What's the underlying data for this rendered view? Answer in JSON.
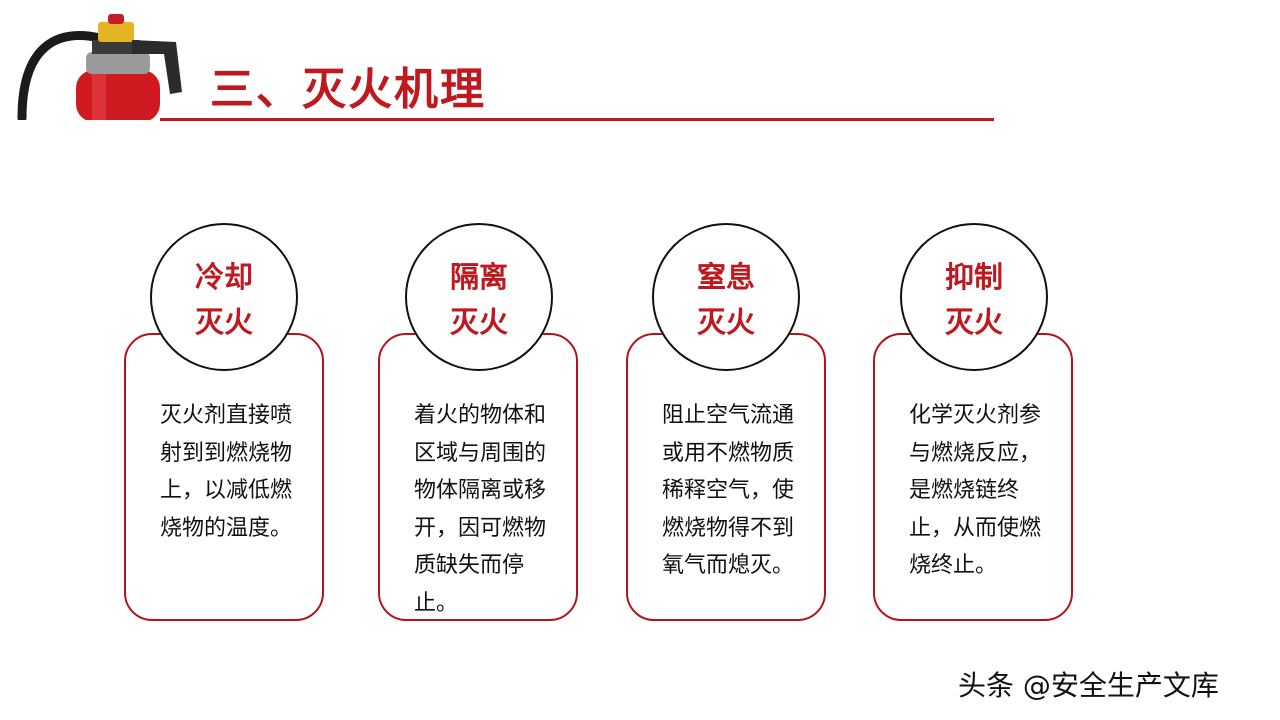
{
  "slide": {
    "title": "三、灭火机理",
    "cards": [
      {
        "name": "冷却\n灭火",
        "description": "灭火剂直接喷射到到燃烧物上，以减低燃烧物的温度。"
      },
      {
        "name": "隔离\n灭火",
        "description": "着火的物体和区域与周围的物体隔离或移开，因可燃物质缺失而停止。"
      },
      {
        "name": "窒息\n灭火",
        "description": "阻止空气流通或用不燃物质稀释空气，使燃烧物得不到氧气而熄灭。"
      },
      {
        "name": "抑制\n灭火",
        "description": "化学灭火剂参与燃烧反应，是燃烧链终止，从而使燃烧终止。"
      }
    ],
    "watermark": "头条 @安全生产文库"
  },
  "colors": {
    "accent": "#c0181f",
    "card_border": "#b5121b",
    "circle_border": "#111111"
  },
  "icons": {
    "header_image": "fire-extinguisher-icon"
  }
}
